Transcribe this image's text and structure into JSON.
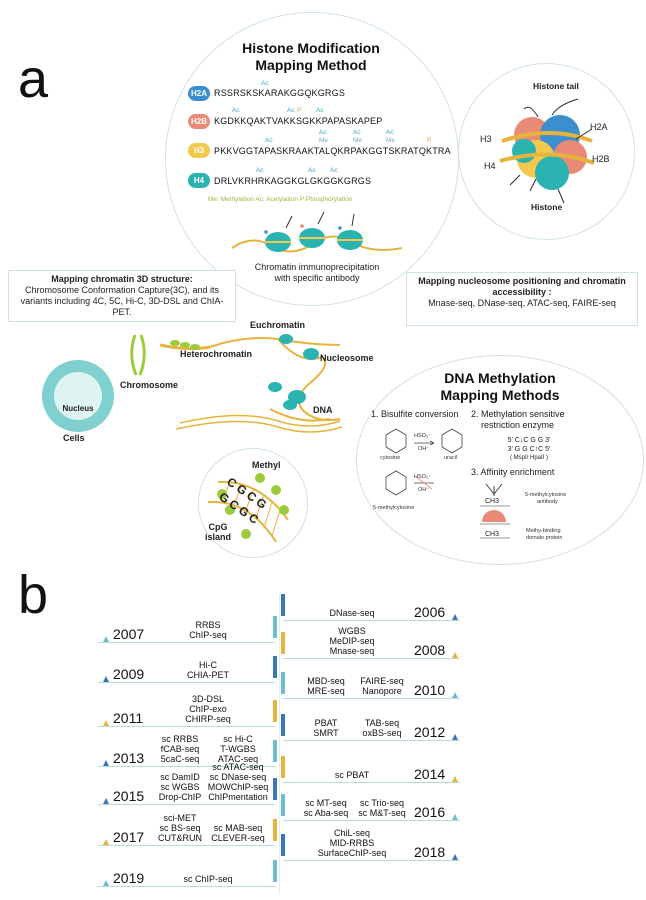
{
  "panel_a_label": "a",
  "panel_b_label": "b",
  "histone": {
    "title_line1": "Histone Modification",
    "title_line2": "Mapping Method",
    "rows": [
      {
        "badge": "H2A",
        "seq": "RSSRSKSKARAKGGQKGRGS",
        "color": "#3b8fcf"
      },
      {
        "badge": "H2B",
        "seq": "KGDKKQAKTVAKKSGKKPAPASKAPEP",
        "color": "#e98a76"
      },
      {
        "badge": "H3",
        "seq": "PKKVGGTAPASKRAAKTALQKRPAKGGTSKRATQKTRA",
        "color": "#f2c94c"
      },
      {
        "badge": "H4",
        "seq": "DRLVKRHRKAGGKGLGKGGKGRGS",
        "color": "#2bb3b1"
      }
    ],
    "marks": {
      "ac": "Ac",
      "me": "Me",
      "p": "P"
    },
    "legend": "Me: Methylation Ac: Acetylation P:Phosphorylation",
    "chip_caption_line1": "Chromatin immunoprecipitation",
    "chip_caption_line2": "with specific antibody"
  },
  "nucleosome_diagram": {
    "tail_label": "Histone tail",
    "histone_label": "Histone",
    "h2a": "H2A",
    "h2b": "H2B",
    "h3": "H3",
    "h4": "H4"
  },
  "box_3d": {
    "title": "Mapping chromatin 3D structure:",
    "body": "Chromosome Conformation Capture(3C), and its variants including 4C, 5C, Hi-C, 3D-DSL and ChIA-PET."
  },
  "box_nucleosome": {
    "title": "Mapping nucleosome positioning and chromatin accessibility :",
    "body": "Mnase-seq, DNase-seq, ATAC-seq, FAIRE-seq"
  },
  "chromatin_labels": {
    "euchromatin": "Euchromatin",
    "heterochromatin": "Heterochromatin",
    "nucleosome": "Nucleosome",
    "chromosome": "Chromosome",
    "dna": "DNA",
    "nucleus": "Nucleus",
    "cells": "Cells"
  },
  "cpg": {
    "methyl": "Methyl",
    "island_line1": "CpG",
    "island_line2": "island",
    "bases_top": "CGCG",
    "bases_bottom": "GCGC"
  },
  "dna_meth": {
    "title_line1": "DNA Methylation",
    "title_line2": "Mapping Methods",
    "m1": "1. Bisulfite conversion",
    "m2_line1": "2. Methylation sensitive",
    "m2_line2": "restriction enzyme",
    "m3": "3. Affinity enrichment",
    "seq_top": "5' C↓C G G 3'",
    "seq_bottom": "3' G G C↑C 5'",
    "enzymes": "( MspI/ HpaII )",
    "cytosine": "cytosine",
    "uracil": "uracil",
    "methylcytosine": "5-methylcytosine",
    "hso3": "HSO₃⁻",
    "oh": "OH⁻",
    "ch3": "CH3",
    "antibody_line1": "5-methylcytosine",
    "antibody_line2": "antibody",
    "protein_line1": "Methy-binding",
    "protein_line2": "domain protein"
  },
  "timeline": [
    {
      "side": "right",
      "year": "2006",
      "lines": [
        "DNase-seq"
      ]
    },
    {
      "side": "left",
      "year": "2007",
      "lines": [
        "RRBS",
        "ChIP-seq"
      ]
    },
    {
      "side": "right",
      "year": "2008",
      "lines": [
        "WGBS",
        "MeDIP-seq",
        "Mnase-seq"
      ]
    },
    {
      "side": "left",
      "year": "2009",
      "lines": [
        "Hi-C",
        "CHIA-PET"
      ]
    },
    {
      "side": "right",
      "year": "2010",
      "cols": [
        [
          "MBD-seq",
          "MRE-seq"
        ],
        [
          "FAIRE-seq",
          "Nanopore"
        ]
      ]
    },
    {
      "side": "left",
      "year": "2011",
      "lines": [
        "3D-DSL",
        "ChIP-exo",
        "CHIRP-seq"
      ]
    },
    {
      "side": "right",
      "year": "2012",
      "cols": [
        [
          "PBAT",
          "SMRT"
        ],
        [
          "TAB-seq",
          "oxBS-seq"
        ]
      ]
    },
    {
      "side": "left",
      "year": "2013",
      "cols": [
        [
          "sc RRBS",
          "fCAB-seq",
          "5caC-seq"
        ],
        [
          "sc Hi-C",
          "T-WGBS",
          "ATAC-seq"
        ]
      ]
    },
    {
      "side": "right",
      "year": "2014",
      "lines": [
        "sc PBAT"
      ]
    },
    {
      "side": "left",
      "year": "2015",
      "cols": [
        [
          "sc DamID",
          "sc WGBS",
          "Drop-ChIP"
        ],
        [
          "sc ATAC-seq",
          "sc DNase-seq",
          "MOWChIP-seq",
          "ChIPmentation"
        ]
      ]
    },
    {
      "side": "right",
      "year": "2016",
      "cols": [
        [
          "sc MT-seq",
          "sc Aba-seq"
        ],
        [
          "sc Trio-seq",
          "sc M&T-seq"
        ]
      ]
    },
    {
      "side": "left",
      "year": "2017",
      "cols": [
        [
          "sci-MET",
          "sc BS-seq",
          "CUT&RUN"
        ],
        [
          "sc MAB-seq",
          "CLEVER-seq"
        ]
      ]
    },
    {
      "side": "right",
      "year": "2018",
      "lines": [
        "ChiL-seq",
        "MID-RRBS",
        "SurfaceChIP-seq"
      ]
    },
    {
      "side": "left",
      "year": "2019",
      "lines": [
        "sc ChIP-seq"
      ]
    }
  ],
  "colors": {
    "teal": "#2bb3b1",
    "blue": "#3b8fcf",
    "salmon": "#e98a76",
    "yellow": "#f2c94c",
    "green": "#9ccc3c",
    "timeline_blue": "#3878b8",
    "timeline_yellow": "#e6b43c",
    "triangle_teal": "#6bbfcf"
  }
}
